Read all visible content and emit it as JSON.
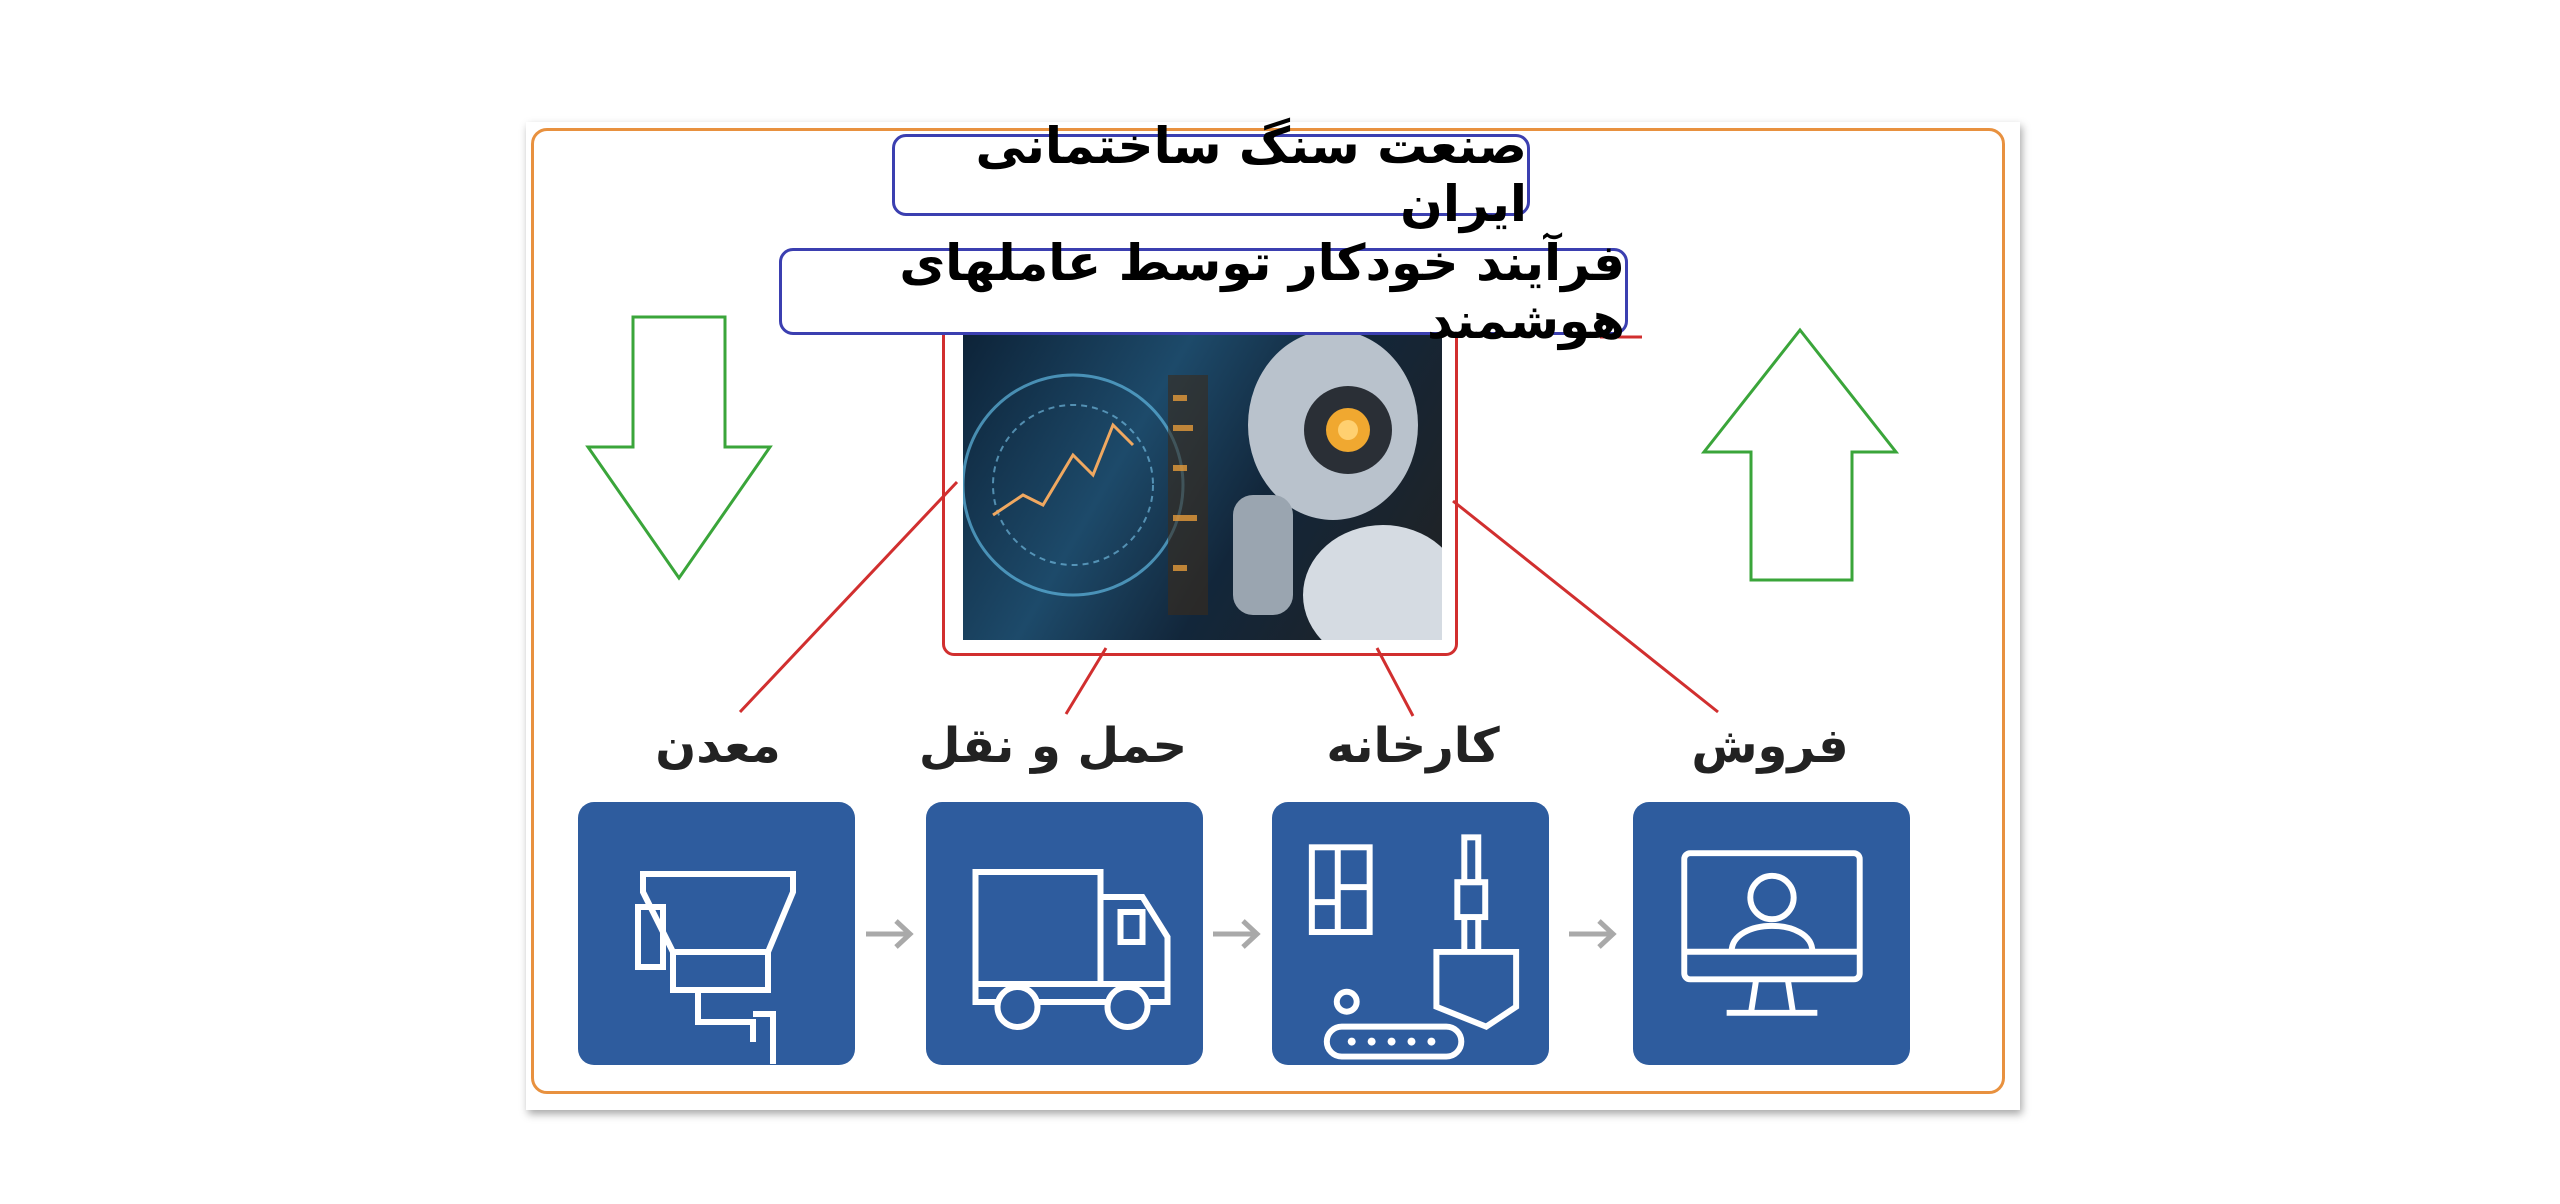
{
  "title": "صنعت سنگ ساختمانی ایران",
  "subtitle": "فرآیند خودکار توسط عاملهای هوشمند",
  "stages": [
    {
      "label": "معدن",
      "icon": "security-camera-icon"
    },
    {
      "label": "حمل و نقل",
      "icon": "truck-icon"
    },
    {
      "label": "کارخانه",
      "icon": "factory-conveyor-icon"
    },
    {
      "label": "فروش",
      "icon": "monitor-user-icon"
    }
  ],
  "colors": {
    "frame": "#e8913f",
    "title_border": "#3b3fb0",
    "connector": "#d12f2f",
    "card": "#2e5c9e",
    "arrow": "#3aa53a"
  }
}
